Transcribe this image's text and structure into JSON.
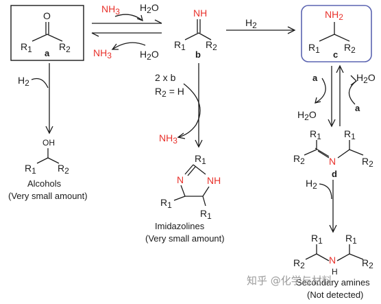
{
  "compounds": {
    "a": {
      "label": "a",
      "r1": "R",
      "r1_sub": "1",
      "r2": "R",
      "r2_sub": "2",
      "o": "O"
    },
    "b": {
      "label": "b",
      "nh": "NH",
      "r1": "R",
      "r1_sub": "1",
      "r2": "R",
      "r2_sub": "2"
    },
    "c": {
      "label": "c",
      "nh2": "NH",
      "nh2_sub": "2",
      "r1": "R",
      "r1_sub": "1",
      "r2": "R",
      "r2_sub": "2"
    },
    "d": {
      "label": "d",
      "n": "N",
      "r1": "R",
      "r1_sub": "1",
      "r2": "R",
      "r2_sub": "2"
    }
  },
  "reagents": {
    "nh3": "NH",
    "nh3_sub": "3",
    "h2o": "H",
    "h2o_sub": "2",
    "h2o_end": "O",
    "h2": "H",
    "h2_sub": "2",
    "a_label": "a",
    "two_x_b": "2 x b",
    "r2_eq_h": "R",
    "r2_eq_h_sub": "2",
    "r2_eq_h_end": " = H"
  },
  "products": {
    "alcohols_title": "Alcohols",
    "alcohols_note": "(Very small amount)",
    "alcohol_oh": "OH",
    "imidazolines_title": "Imidazolines",
    "imidazolines_note": "(Very small amount)",
    "imid_n": "N",
    "imid_nh": "NH",
    "secondary_title": "Secondary amines",
    "secondary_note": "(Not detected)",
    "sec_n": "N",
    "sec_h": "H"
  },
  "watermark": "知乎 @化学与材料"
}
